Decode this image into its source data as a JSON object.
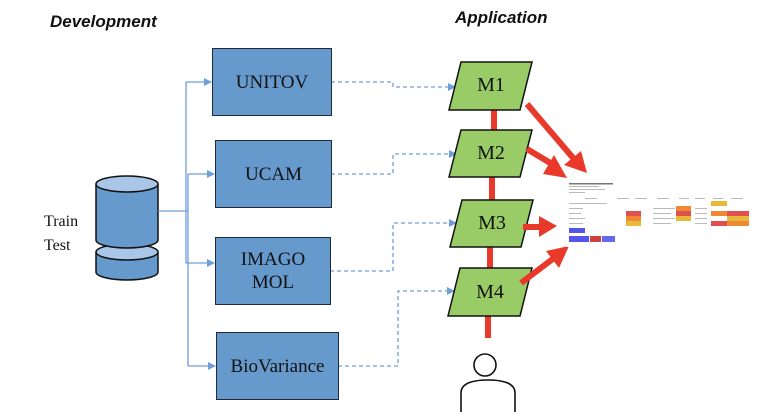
{
  "headings": {
    "development": "Development",
    "application": "Application"
  },
  "dataset": {
    "label_line1": "Train",
    "label_line2": "Test",
    "icon": "database-cylinder-icon"
  },
  "developers": [
    {
      "id": "unitov",
      "label": "UNITOV"
    },
    {
      "id": "ucam",
      "label": "UCAM"
    },
    {
      "id": "imagomol",
      "label": "IMAGO MOL"
    },
    {
      "id": "biovariance",
      "label": "BioVariance"
    }
  ],
  "models": [
    {
      "id": "m1",
      "label": "M1"
    },
    {
      "id": "m2",
      "label": "M2"
    },
    {
      "id": "m3",
      "label": "M3"
    },
    {
      "id": "m4",
      "label": "M4"
    }
  ],
  "user": {
    "icon": "person-icon"
  },
  "result_thumbnail": {
    "description": "results table screenshot thumbnail"
  },
  "colors": {
    "dev_box": "#6699cc",
    "model_box": "#99cc66",
    "connector_blue": "#6f9fd8",
    "arrow_red": "#e8392a",
    "cell_red": "#e05050",
    "cell_orange": "#ee8833",
    "cell_yellow": "#e8b83a",
    "button_blue": "#5555ee"
  }
}
